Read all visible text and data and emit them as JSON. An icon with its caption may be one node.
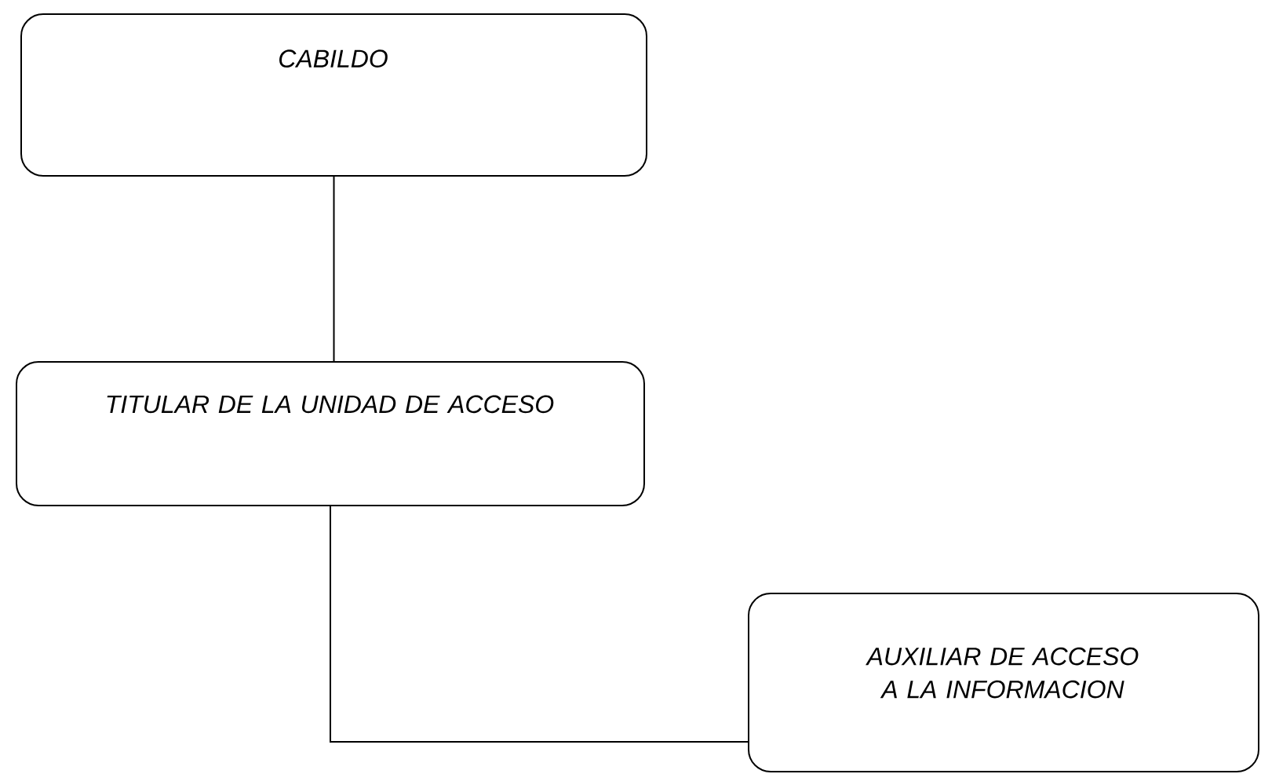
{
  "diagram": {
    "nodes": [
      {
        "text": [
          "CABILDO"
        ]
      },
      {
        "text": [
          "TITULAR DE LA UNIDAD DE ACCESO"
        ]
      },
      {
        "text": [
          "AUXILIAR DE ACCESO A LA INFORMACION"
        ]
      }
    ],
    "edges": [
      {
        "from": 0,
        "to": 1,
        "arrow": "none"
      },
      {
        "from": 1,
        "to": 2,
        "arrow": "none"
      }
    ]
  }
}
